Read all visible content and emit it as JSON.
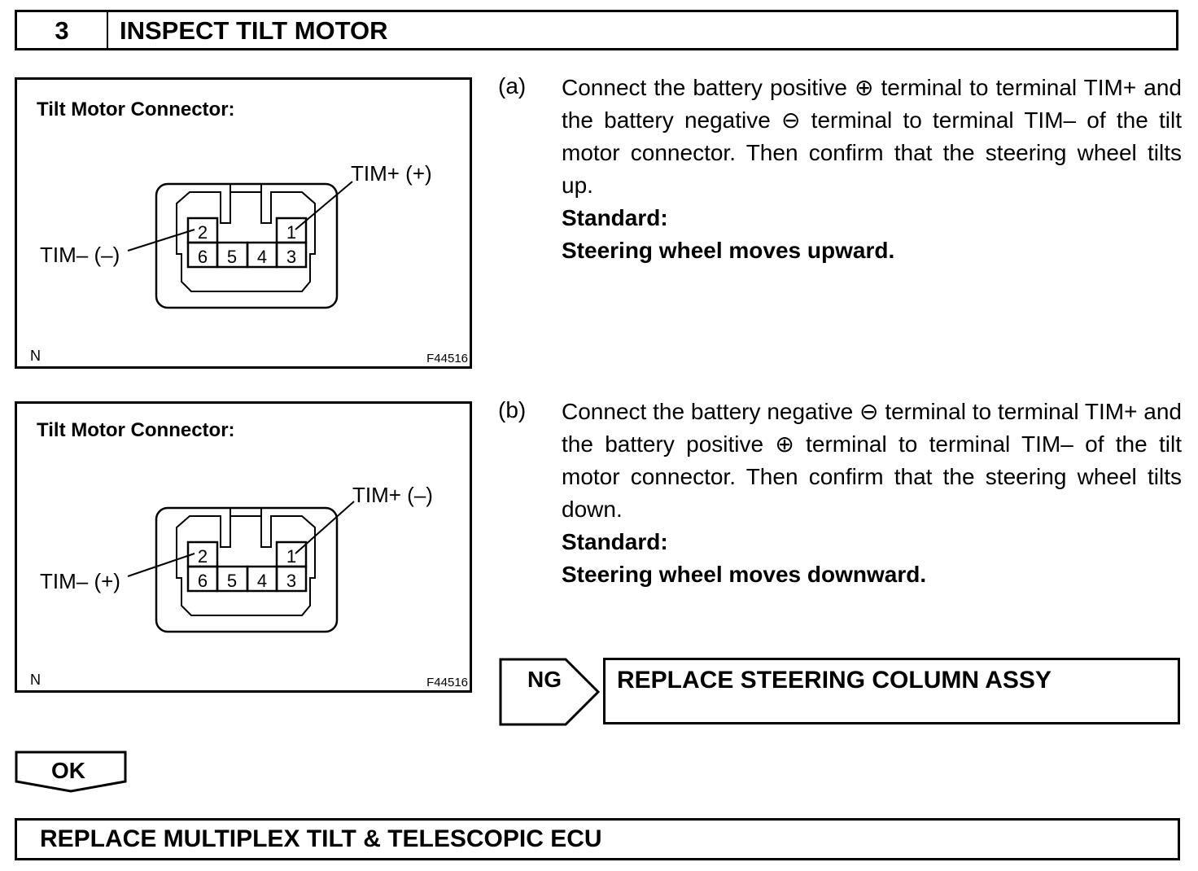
{
  "header": {
    "step_number": "3",
    "title": "INSPECT TILT MOTOR"
  },
  "figures": [
    {
      "title": "Tilt Motor Connector:",
      "label_plus": "TIM+ (+)",
      "label_minus": "TIM– (–)",
      "pins_top": [
        "2",
        "1"
      ],
      "pins_bottom": [
        "6",
        "5",
        "4",
        "3"
      ],
      "corner_left": "N",
      "figure_id": "F44516"
    },
    {
      "title": "Tilt Motor Connector:",
      "label_plus": "TIM+ (–)",
      "label_minus": "TIM– (+)",
      "pins_top": [
        "2",
        "1"
      ],
      "pins_bottom": [
        "6",
        "5",
        "4",
        "3"
      ],
      "corner_left": "N",
      "figure_id": "F44516"
    }
  ],
  "steps": [
    {
      "letter": "(a)",
      "text": "Connect the battery positive ⊕ terminal to terminal TIM+ and the battery negative ⊖ terminal to terminal TIM– of the tilt motor connector. Then confirm that the steering wheel tilts up.",
      "standard_label": "Standard:",
      "standard_value": "Steering wheel moves upward."
    },
    {
      "letter": "(b)",
      "text": "Connect the battery negative ⊖ terminal to terminal TIM+ and the battery positive ⊕ terminal to terminal TIM– of the tilt motor connector. Then confirm that the steering wheel tilts down.",
      "standard_label": "Standard:",
      "standard_value": "Steering wheel moves downward."
    }
  ],
  "ng": {
    "label": "NG",
    "action": "REPLACE STEERING COLUMN ASSY"
  },
  "ok": {
    "label": "OK",
    "action": "REPLACE MULTIPLEX TILT & TELESCOPIC ECU"
  }
}
